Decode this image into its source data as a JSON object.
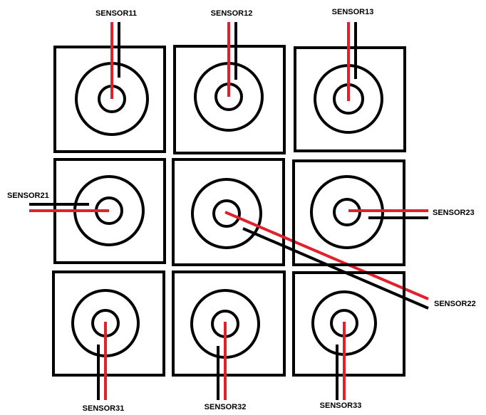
{
  "diagram": {
    "colors": {
      "line": "#000000",
      "signal": "#e0202a",
      "background": "#ffffff"
    },
    "sensors": [
      {
        "id": "11",
        "label": "SENSOR11"
      },
      {
        "id": "12",
        "label": "SENSOR12"
      },
      {
        "id": "13",
        "label": "SENSOR13"
      },
      {
        "id": "21",
        "label": "SENSOR21"
      },
      {
        "id": "22",
        "label": "SENSOR22"
      },
      {
        "id": "23",
        "label": "SENSOR23"
      },
      {
        "id": "31",
        "label": "SENSOR31"
      },
      {
        "id": "32",
        "label": "SENSOR32"
      },
      {
        "id": "33",
        "label": "SENSOR33"
      }
    ]
  }
}
